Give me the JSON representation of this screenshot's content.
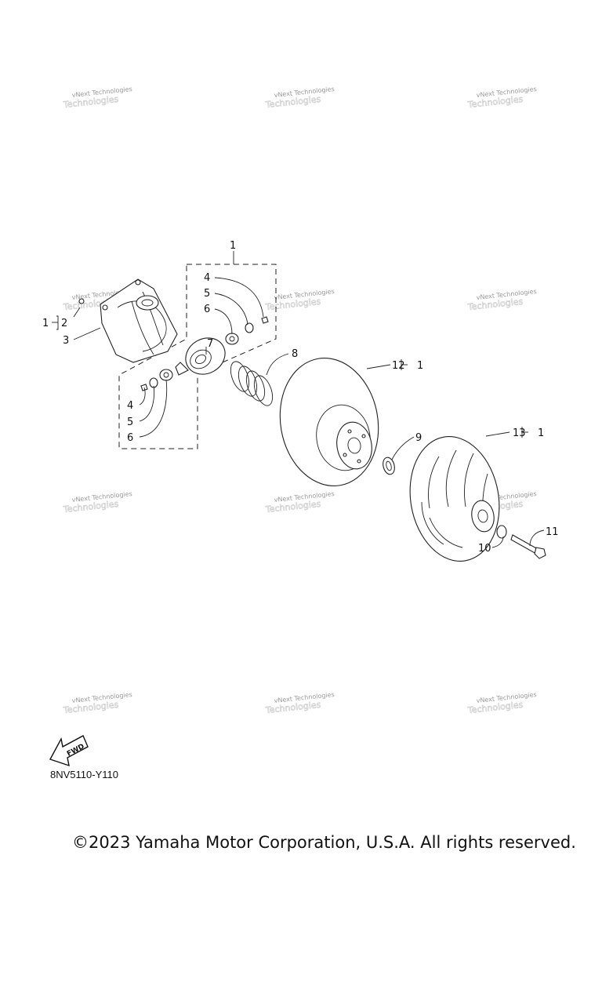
{
  "watermark": {
    "line1": "vNext Technologies",
    "line2": "Technologies"
  },
  "callouts": {
    "c1_top": "1",
    "c1_left": "1",
    "c2": "2",
    "c3": "3",
    "c4_top": "4",
    "c5_top": "5",
    "c6_top": "6",
    "c7": "7",
    "c8": "8",
    "c4_bot": "4",
    "c5_bot": "5",
    "c6_bot": "6",
    "c9": "9",
    "c12": "12",
    "c12_one": "1",
    "c13": "13",
    "c13_one": "1",
    "c10": "10",
    "c11": "11"
  },
  "fwd_label": "FWD",
  "diagram_code": "8NV5110-Y110",
  "copyright": "©2023 Yamaha Motor Corporation, U.S.A. All rights reserved."
}
